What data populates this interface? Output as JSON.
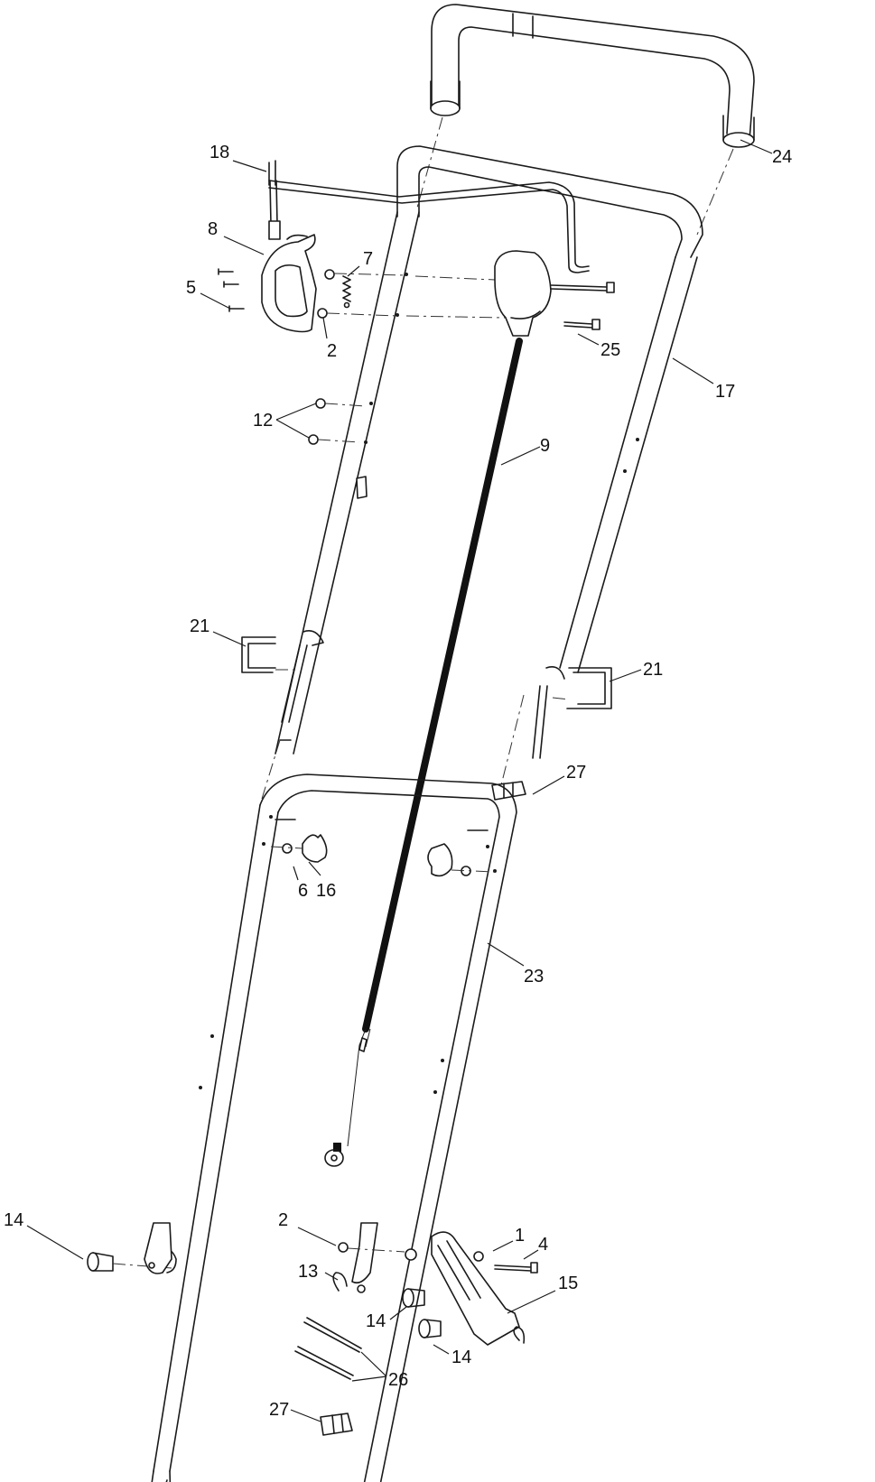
{
  "diagram": {
    "callouts": [
      {
        "id": "c1",
        "label": "1"
      },
      {
        "id": "c2a",
        "label": "2"
      },
      {
        "id": "c2b",
        "label": "2"
      },
      {
        "id": "c4",
        "label": "4"
      },
      {
        "id": "c5",
        "label": "5"
      },
      {
        "id": "c6",
        "label": "6"
      },
      {
        "id": "c7",
        "label": "7"
      },
      {
        "id": "c8",
        "label": "8"
      },
      {
        "id": "c9",
        "label": "9"
      },
      {
        "id": "c12",
        "label": "12"
      },
      {
        "id": "c13",
        "label": "13"
      },
      {
        "id": "c14a",
        "label": "14"
      },
      {
        "id": "c14b",
        "label": "14"
      },
      {
        "id": "c14c",
        "label": "14"
      },
      {
        "id": "c15",
        "label": "15"
      },
      {
        "id": "c16",
        "label": "16"
      },
      {
        "id": "c17",
        "label": "17"
      },
      {
        "id": "c18",
        "label": "18"
      },
      {
        "id": "c21a",
        "label": "21"
      },
      {
        "id": "c21b",
        "label": "21"
      },
      {
        "id": "c23",
        "label": "23"
      },
      {
        "id": "c24",
        "label": "24"
      },
      {
        "id": "c25",
        "label": "25"
      },
      {
        "id": "c26",
        "label": "26"
      },
      {
        "id": "c27a",
        "label": "27"
      },
      {
        "id": "c27b",
        "label": "27"
      }
    ]
  }
}
